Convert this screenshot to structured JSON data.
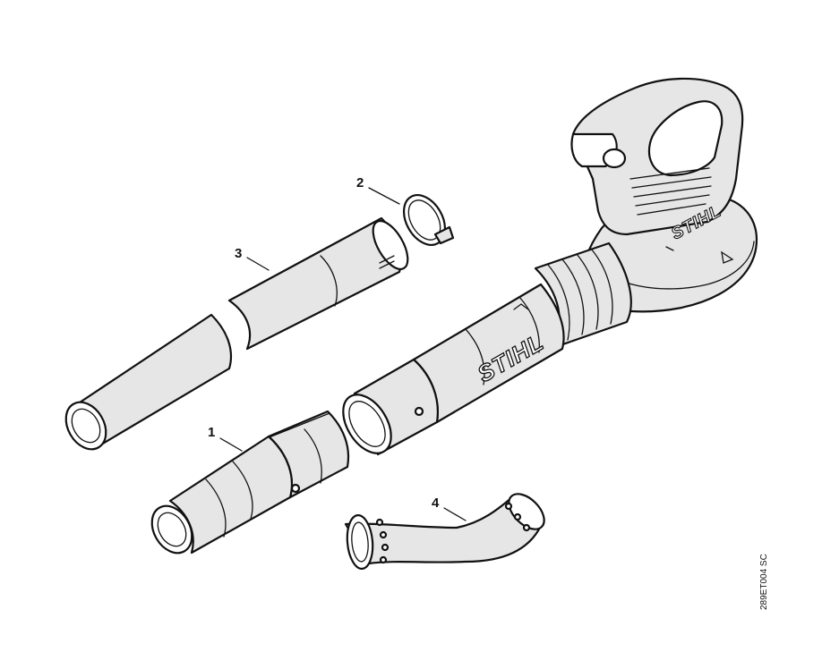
{
  "diagram": {
    "callouts": [
      {
        "id": "1",
        "label": "1"
      },
      {
        "id": "2",
        "label": "2"
      },
      {
        "id": "3",
        "label": "3"
      },
      {
        "id": "4",
        "label": "4"
      }
    ],
    "brand_text": "STIHL",
    "drawing_code": "289ET004 SC"
  }
}
